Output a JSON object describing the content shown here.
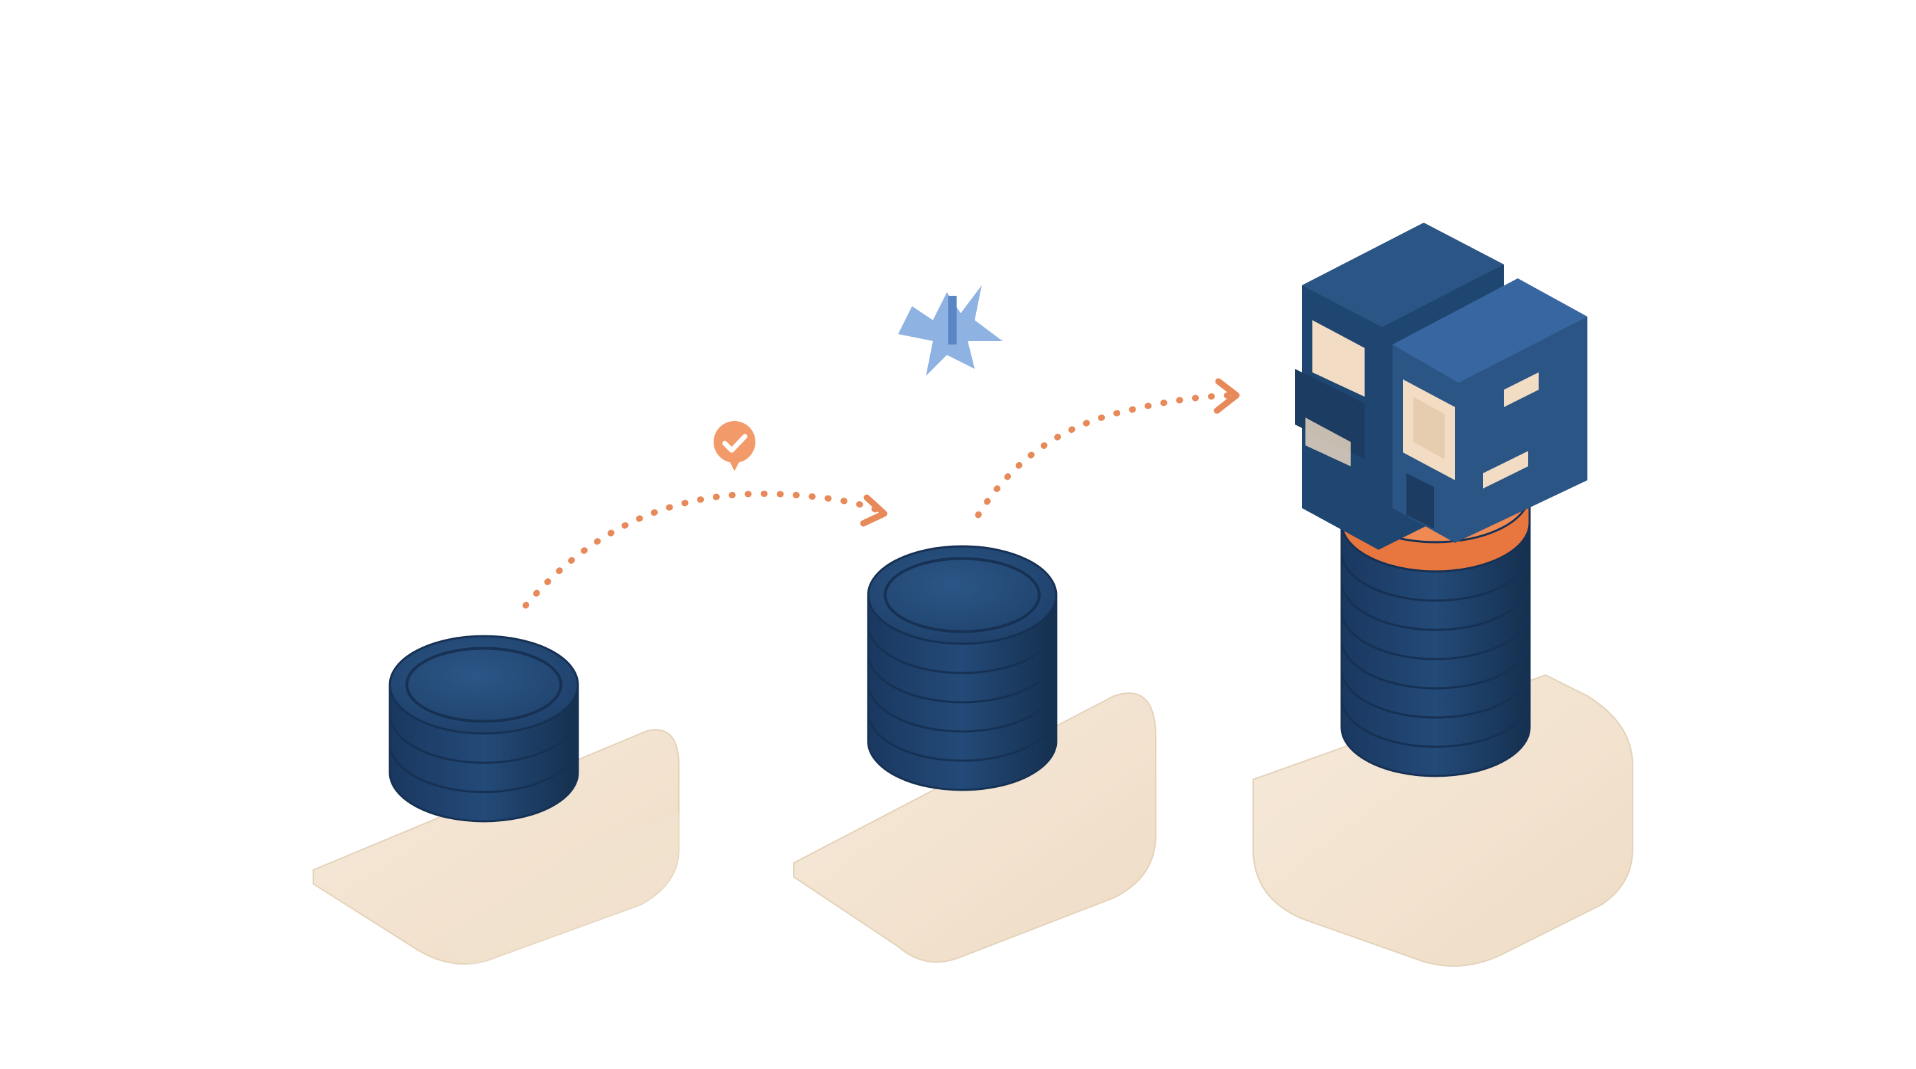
{
  "illustration": {
    "stacks": [
      {
        "name": "stack-small",
        "coins": 3,
        "has_house": false
      },
      {
        "name": "stack-medium",
        "coins": 5,
        "has_house": false
      },
      {
        "name": "stack-large",
        "coins": 8,
        "has_house": true
      }
    ],
    "colors": {
      "coin": "#1f4068",
      "coin_dark": "#163154",
      "coin_light": "#2a5283",
      "ring_accent": "#e8763f",
      "pedestal": "#f0e2cf",
      "pedestal_shadow": "#d9c4a8",
      "arrow": "#e8895a",
      "check_badge": "#f39a6a",
      "sparkle": "#7aa4dc",
      "house": "#2b5584",
      "house_dark": "#1c3c62",
      "house_window": "#f2dcc4"
    },
    "icons": [
      "check-badge-icon",
      "sparkle-icon",
      "house-icon",
      "arrow-icon"
    ]
  }
}
